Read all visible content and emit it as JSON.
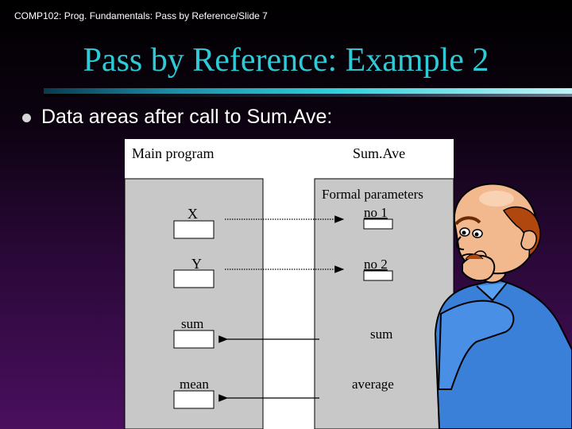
{
  "slide": {
    "header": "COMP102: Prog. Fundamentals: Pass by Reference/Slide 7",
    "title": "Pass by Reference: Example 2",
    "bullet": "Data areas after call to Sum.Ave:"
  },
  "diagram": {
    "main_label": "Main program",
    "sub_label": "Sum.Ave",
    "formal_params": "Formal parameters",
    "main_vars": [
      "X",
      "Y",
      "sum",
      "mean"
    ],
    "sub_vars": [
      "no 1",
      "no 2",
      "sum",
      "average"
    ]
  },
  "colors": {
    "title": "#2ecbd6",
    "panel": "#c8c8c8",
    "box_bg": "#ffffff"
  }
}
